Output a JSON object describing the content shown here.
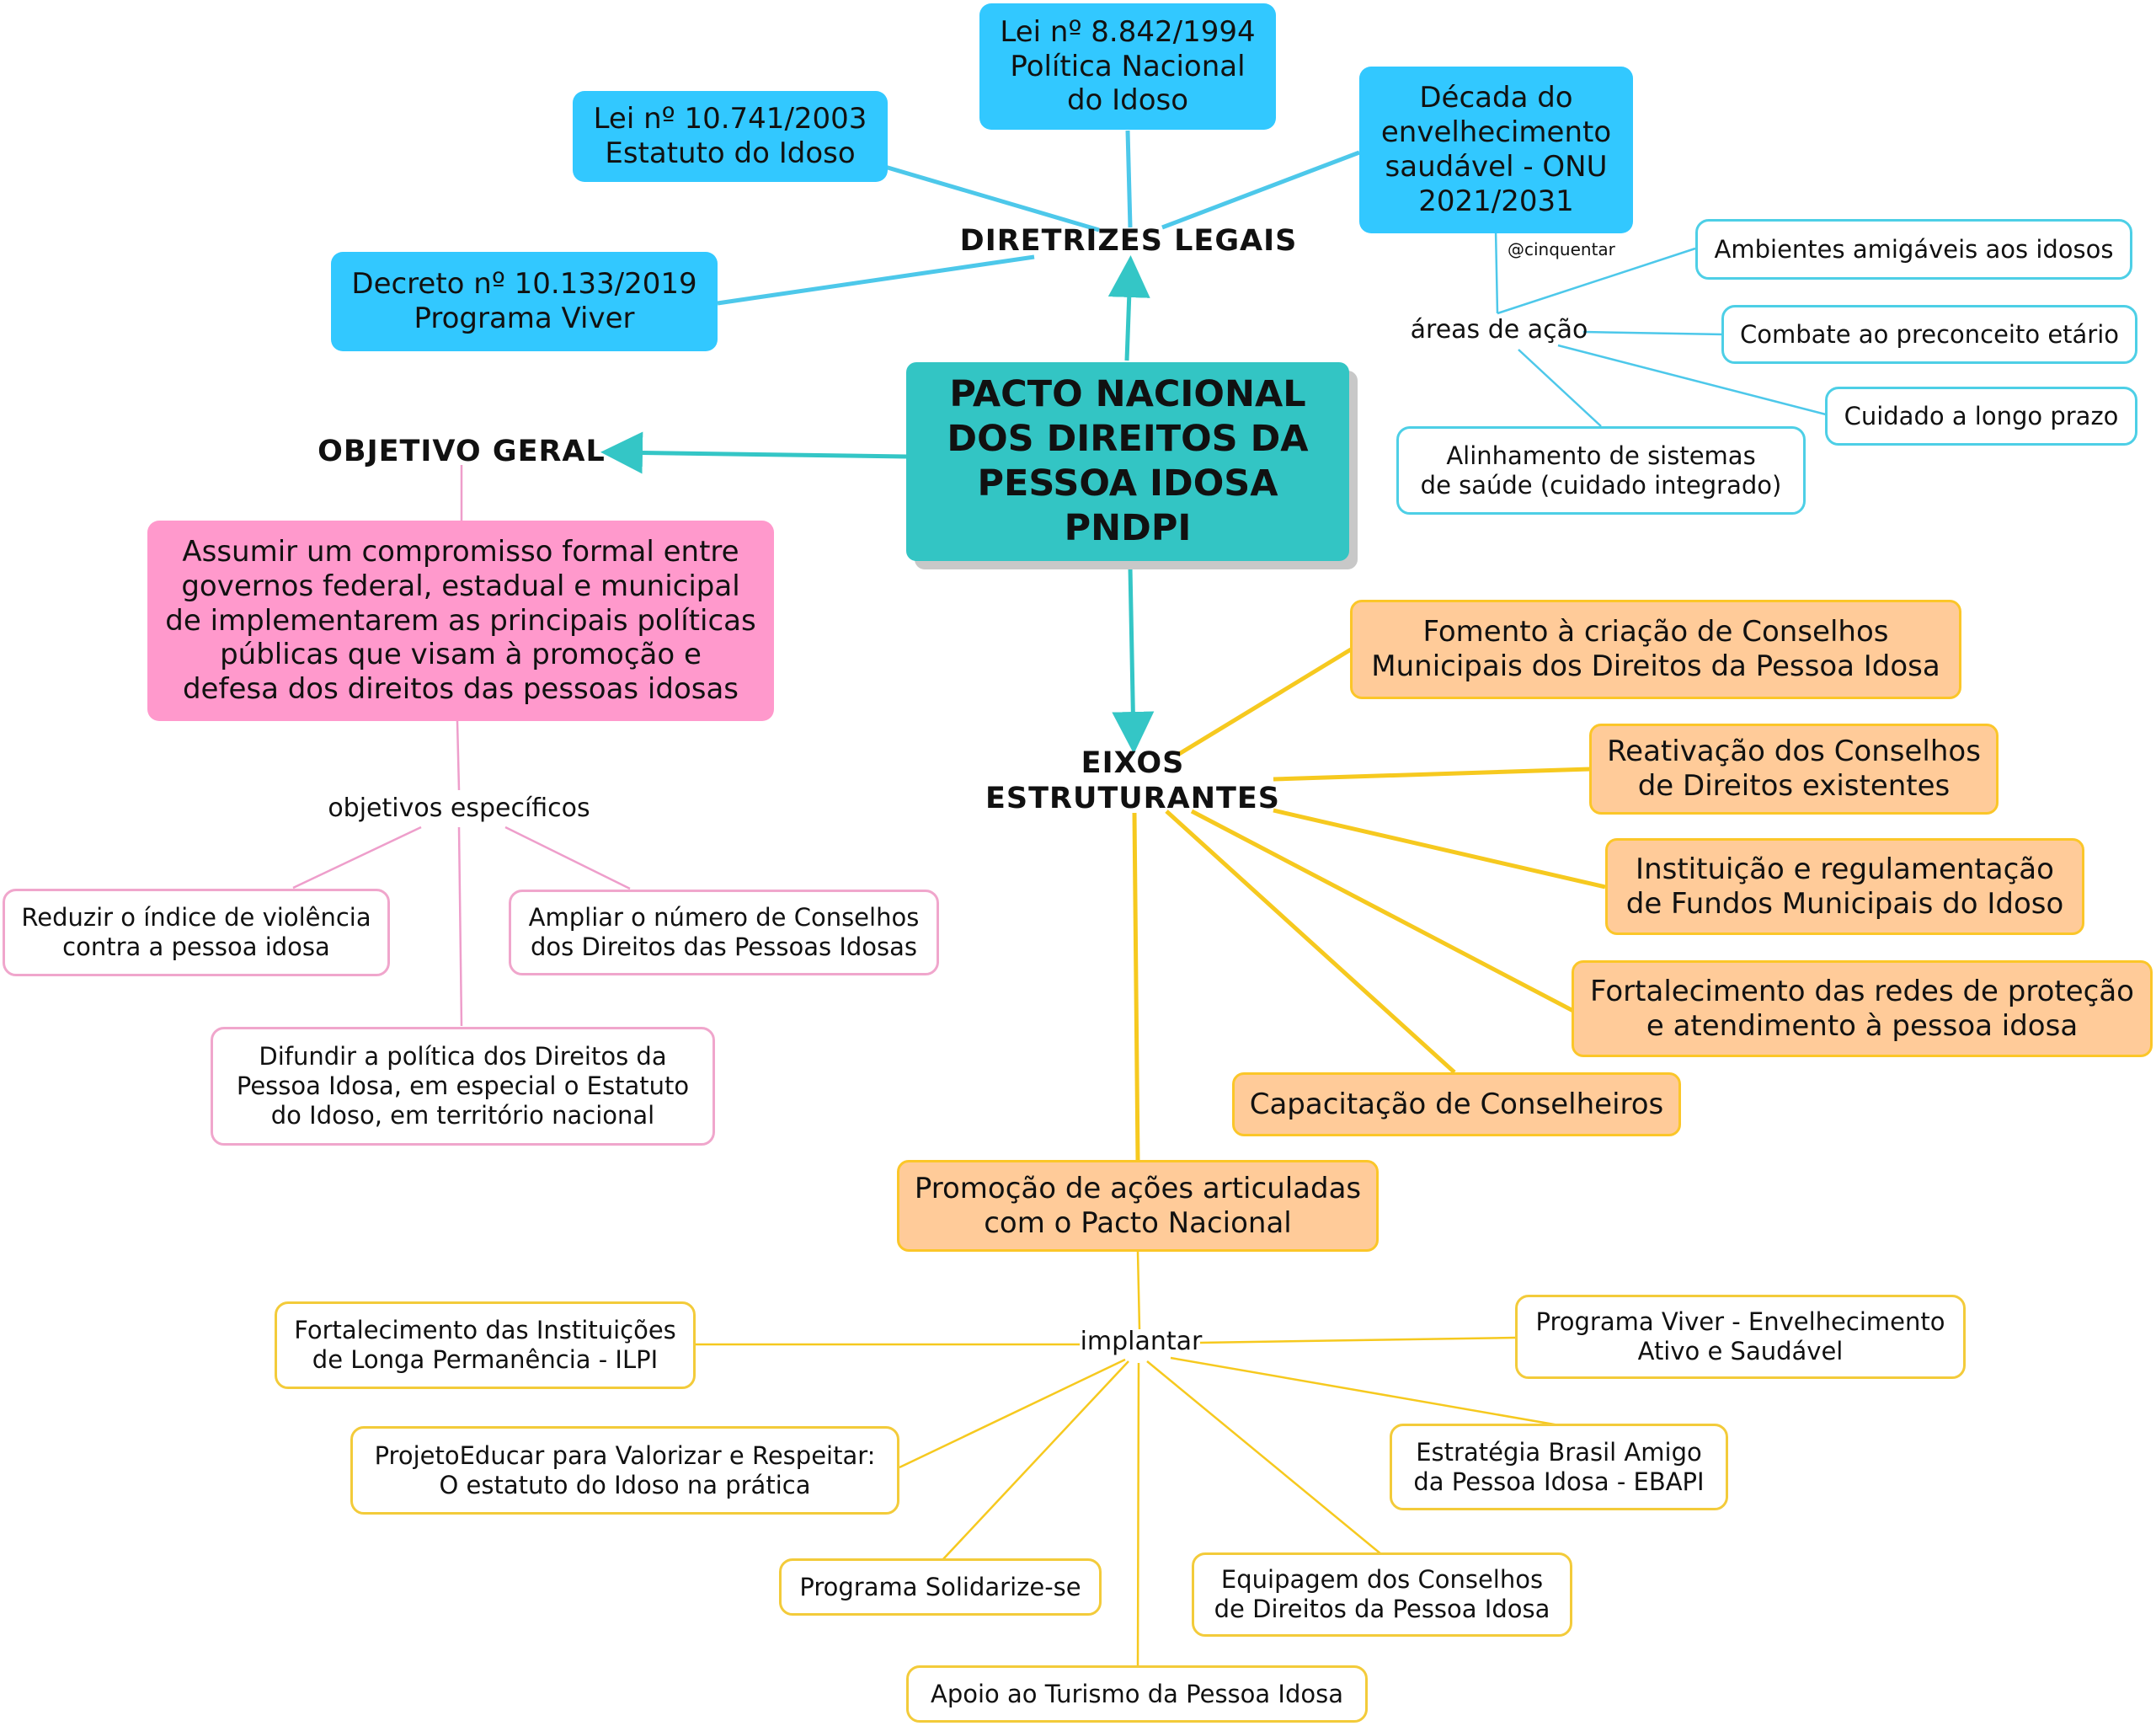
{
  "center": {
    "title": "PACTO NACIONAL\nDOS DIREITOS DA\nPESSOA IDOSA\nPNDPI"
  },
  "diretrizes": {
    "heading": "DIRETRIZES LEGAIS",
    "items": [
      "Lei nº 8.842/1994\nPolítica Nacional\ndo Idoso",
      "Lei nº 10.741/2003\nEstatuto do Idoso",
      "Década do\nenvelhecimento\nsaudável - ONU\n2021/2031",
      "Decreto nº 10.133/2019\nPrograma Viver"
    ],
    "credit": "@cinquentar",
    "areas_label": "áreas de ação",
    "areas": [
      "Ambientes amigáveis aos idosos",
      "Combate ao preconceito etário",
      "Cuidado a longo prazo",
      "Alinhamento de sistemas\nde saúde (cuidado integrado)"
    ]
  },
  "objetivo": {
    "heading": "OBJETIVO GERAL",
    "text": "Assumir um compromisso formal entre\ngovernos federal, estadual e municipal\nde implementarem as principais políticas\npúblicas que visam à promoção e\ndefesa dos direitos das pessoas idosas",
    "especificos_label": "objetivos específicos",
    "especificos": [
      "Reduzir o índice de violência\ncontra a pessoa idosa",
      "Ampliar o número de Conselhos\ndos Direitos das Pessoas Idosas",
      "Difundir a política dos Direitos da\nPessoa Idosa, em especial o Estatuto\ndo Idoso, em território nacional"
    ]
  },
  "eixos": {
    "heading": "EIXOS\nESTRUTURANTES",
    "items": [
      "Fomento à criação de Conselhos\nMunicipais dos Direitos da Pessoa Idosa",
      "Reativação dos Conselhos\nde Direitos existentes",
      "Instituição e regulamentação\nde Fundos Municipais do Idoso",
      "Fortalecimento das redes de proteção\ne atendimento à pessoa idosa",
      "Capacitação de Conselheiros",
      "Promoção de ações articuladas\ncom o Pacto Nacional"
    ],
    "implantar_label": "implantar",
    "implantar": [
      "Fortalecimento das Instituições\nde Longa Permanência - ILPI",
      "Programa Viver - Envelhecimento\nAtivo e Saudável",
      "ProjetoEducar para Valorizar e Respeitar:\nO estatuto do Idoso na prática",
      "Estratégia Brasil Amigo\nda Pessoa Idosa - EBAPI",
      "Programa Solidarize-se",
      "Equipagem dos Conselhos\nde Direitos da Pessoa Idosa",
      "Apoio ao Turismo da Pessoa Idosa"
    ]
  },
  "colors": {
    "center": "#33c5c4",
    "blue": "#32c8ff",
    "pink": "#ff99cc",
    "orange": "#ffcb99",
    "yellow_line": "#f6c91f",
    "cyan_line": "#4dc8ea",
    "pink_line": "#ee9ecb",
    "teal_arrow": "#34c6c6"
  }
}
